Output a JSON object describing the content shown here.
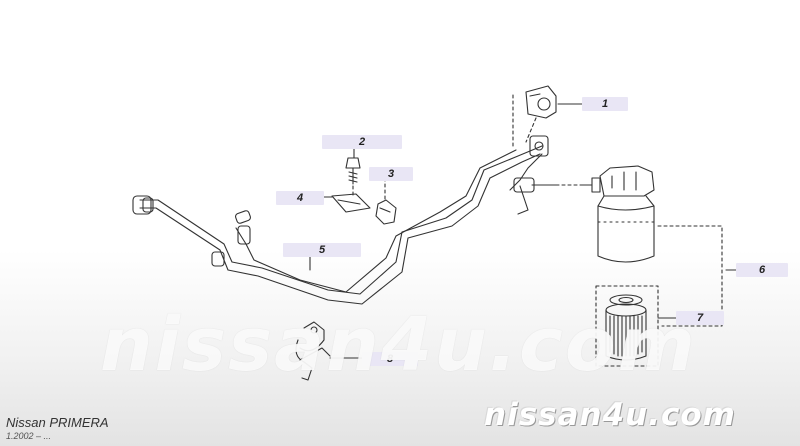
{
  "callouts": {
    "c1": "1",
    "c2": "2",
    "c3": "3",
    "c4": "4",
    "c5": "5",
    "c6": "6",
    "c7": "7",
    "c8": "8"
  },
  "footer": {
    "model": "Nissan PRIMERA",
    "date": "1.2002 – ..."
  },
  "watermark": {
    "center": "nissan4u.com",
    "corner": "nissan4u.com"
  },
  "colors": {
    "callout_bg": "#e9e6f5",
    "line": "#333333"
  }
}
